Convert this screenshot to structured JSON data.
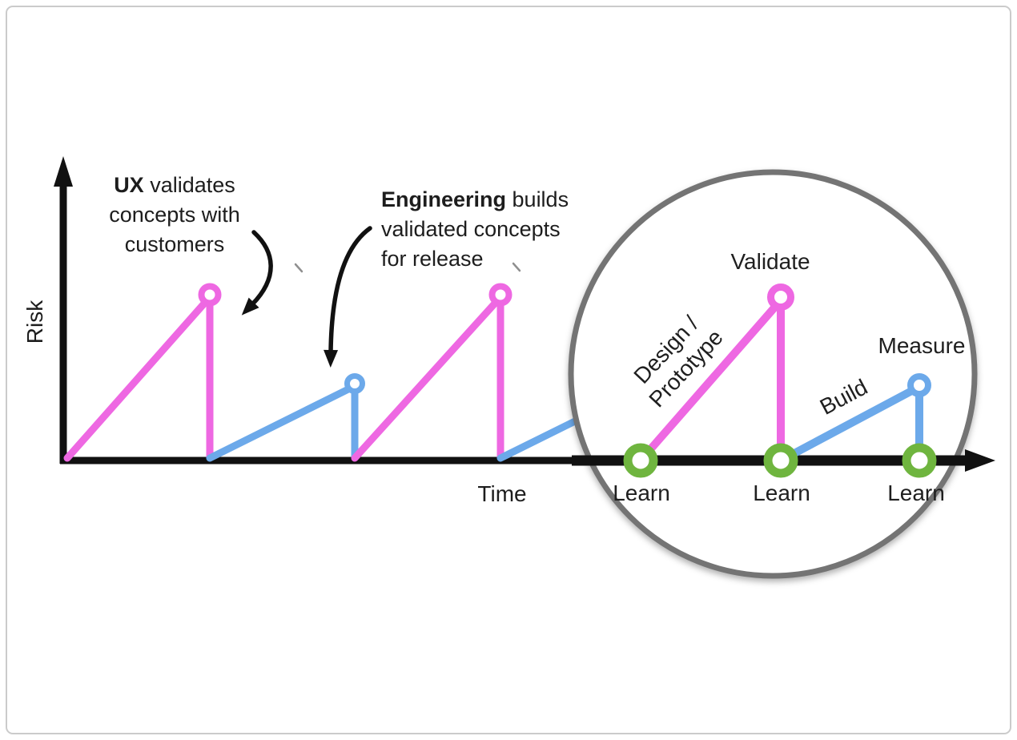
{
  "colors": {
    "pink": "#ee68e2",
    "blue": "#6ca9ea",
    "green": "#6fb53f",
    "axis": "#111111",
    "magnifier_ring": "#747474",
    "stray_mark": "#8f8f8f",
    "text": "#1d1d1d",
    "frame_border": "#cbcbcb",
    "background": "#ffffff"
  },
  "axes": {
    "y_label": "Risk",
    "x_label": "Time"
  },
  "annotations": {
    "ux": {
      "bold": "UX",
      "line1_rest": "validates",
      "line2": "concepts with",
      "line3": "customers"
    },
    "engineering": {
      "bold": "Engineering",
      "line1_rest": "builds",
      "line2": "validated concepts",
      "line3": "for release"
    }
  },
  "magnifier": {
    "phase_labels": {
      "design_prototype_line1": "Design /",
      "design_prototype_line2": "Prototype",
      "validate": "Validate",
      "build": "Build",
      "measure": "Measure"
    },
    "learn_labels": [
      "Learn",
      "Learn",
      "Learn"
    ]
  }
}
